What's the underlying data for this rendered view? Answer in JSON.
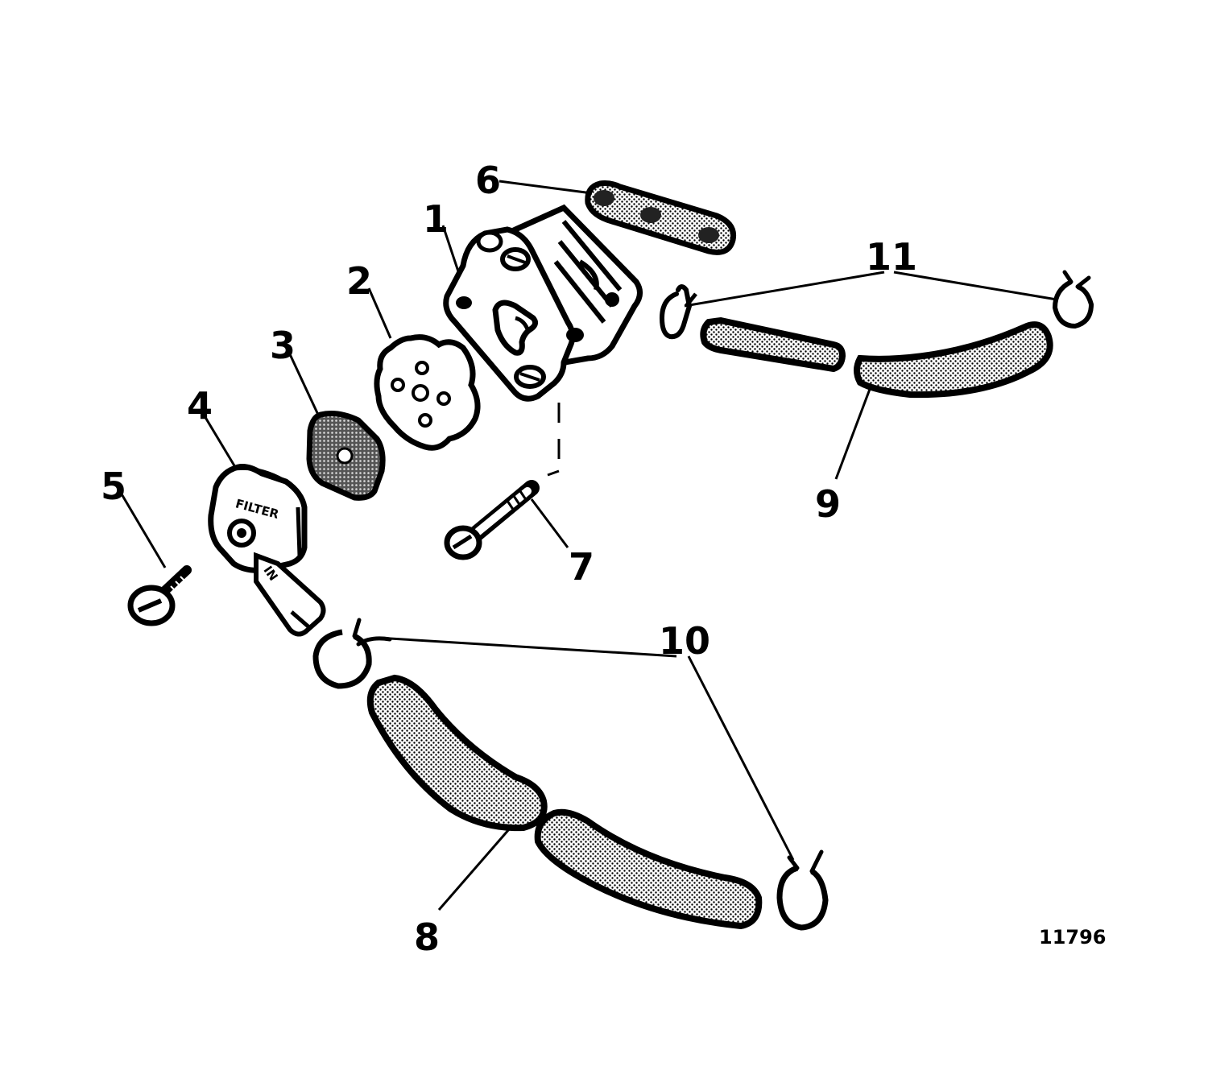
{
  "figure_number": "11796",
  "filter_stamp_text": "FILTER",
  "nipple_stamp_text": "IN",
  "parts": [
    {
      "number": "1",
      "icon": "fuel-pump-body-icon"
    },
    {
      "number": "2",
      "icon": "diaphragm-plate-icon"
    },
    {
      "number": "3",
      "icon": "square-gasket-icon"
    },
    {
      "number": "4",
      "icon": "filter-cover-icon"
    },
    {
      "number": "5",
      "icon": "filter-screw-icon"
    },
    {
      "number": "6",
      "icon": "mounting-gasket-icon"
    },
    {
      "number": "7",
      "icon": "pump-screw-icon"
    },
    {
      "number": "8",
      "icon": "fuel-hose-lower-icon"
    },
    {
      "number": "9",
      "icon": "fuel-hose-upper-icon"
    },
    {
      "number": "10",
      "icon": "hose-clamp-lower-icon"
    },
    {
      "number": "11",
      "icon": "hose-clamp-upper-icon"
    }
  ],
  "colors": {
    "ink": "#000000",
    "paper": "#ffffff"
  }
}
